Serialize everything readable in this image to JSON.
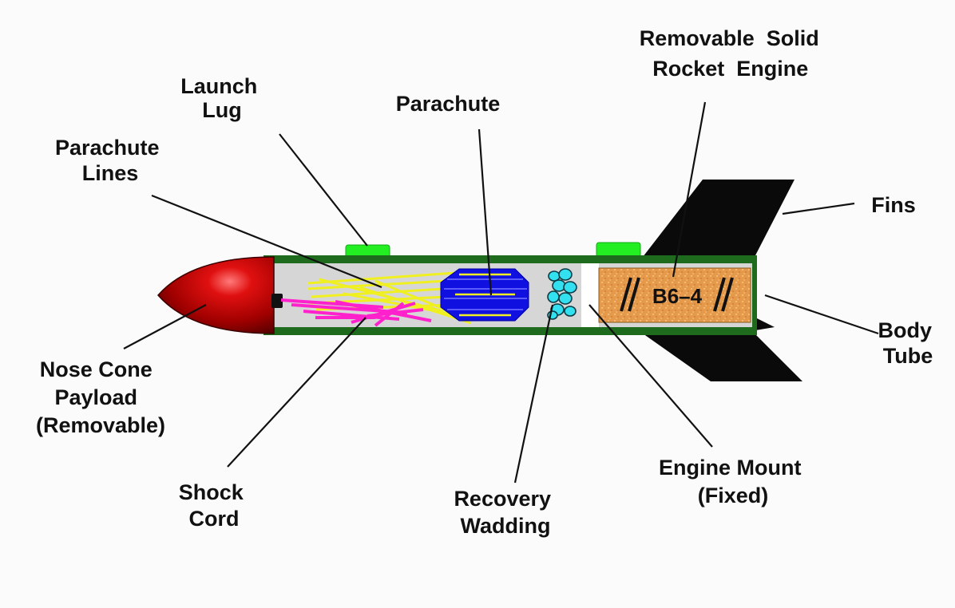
{
  "labels": {
    "launch_lug": [
      "Launch",
      "Lug"
    ],
    "parachute": [
      "Parachute"
    ],
    "parachute_lines": [
      "Parachute",
      "Lines"
    ],
    "removable_engine": [
      "Removable  Solid",
      "Rocket  Engine"
    ],
    "fins": [
      "Fins"
    ],
    "body_tube": [
      "Body",
      "Tube"
    ],
    "nose_cone": [
      "Nose Cone",
      "Payload",
      "(Removable)"
    ],
    "shock_cord": [
      "Shock",
      "Cord"
    ],
    "recovery_wadding": [
      "Recovery",
      "Wadding"
    ],
    "engine_mount": [
      "Engine Mount",
      "(Fixed)"
    ]
  },
  "engine_code": "B6–4",
  "colors": {
    "nose_cone": "#b30000",
    "body_tube_outline": "#1e6b1e",
    "body_tube_fill": "#d6d6d6",
    "launch_lug": "#22ee22",
    "fins": "#0a0a0a",
    "parachute": "#1010e0",
    "parachute_lines": "#f0f020",
    "shock_cord": "#ff22cc",
    "recovery_wadding": "#33e0f0",
    "engine": "#e8a050"
  }
}
